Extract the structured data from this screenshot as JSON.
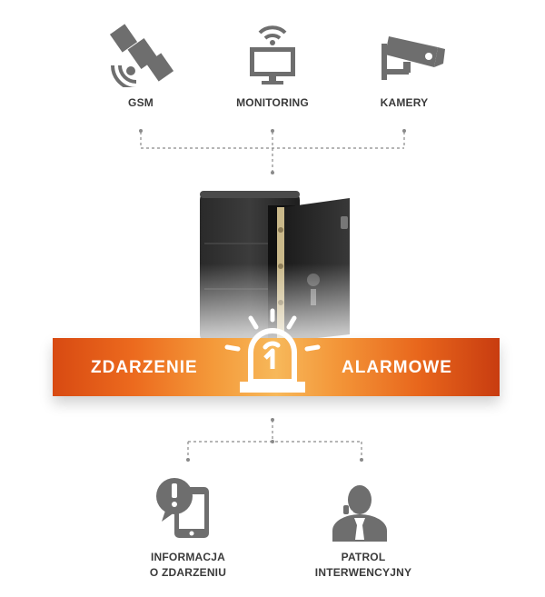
{
  "top_items": [
    {
      "label": "GSM",
      "icon": "satellite-icon"
    },
    {
      "label": "MONITORING",
      "icon": "monitor-wifi-icon"
    },
    {
      "label": "KAMERY",
      "icon": "security-camera-icon"
    }
  ],
  "banner": {
    "left_text": "ZDARZENIE",
    "right_text": "ALARMOWE",
    "icon": "alarm-beacon-icon"
  },
  "bottom_items": [
    {
      "label_line1": "INFORMACJA",
      "label_line2": "O ZDARZENIU",
      "icon": "phone-alert-icon"
    },
    {
      "label_line1": "PATROL",
      "label_line2": "INTERWENCYJNY",
      "icon": "guard-person-icon"
    }
  ],
  "colors": {
    "icon_gray": "#6e6e6e",
    "text_dark": "#3a3a3a",
    "connector": "#8a8a8a",
    "banner_dark": "#d84a12",
    "banner_light": "#f7b85a"
  }
}
